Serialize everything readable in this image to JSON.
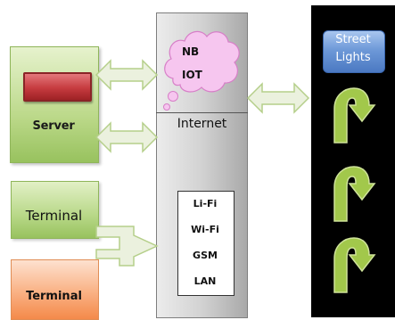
{
  "server": {
    "label": "Server"
  },
  "terminals": [
    {
      "label": "Terminal"
    },
    {
      "label": "Terminal"
    }
  ],
  "cloud": {
    "line1": "NB",
    "line2": "IOT"
  },
  "internet": {
    "label": "Internet",
    "protocols": [
      "Li-Fi",
      "Wi-Fi",
      "GSM",
      "LAN"
    ]
  },
  "street_lights": {
    "line1": "Street",
    "line2": "Lights"
  },
  "colors": {
    "server_green": "#bcd98a",
    "server_bar_red": "#c63b3f",
    "terminal_orange": "#f48a4a",
    "arrow_fill": "#ebf1de",
    "lamp_green": "#a2c84b",
    "street_lights_blue": "#5b88cf",
    "cloud_pink": "#f6c6ef"
  }
}
